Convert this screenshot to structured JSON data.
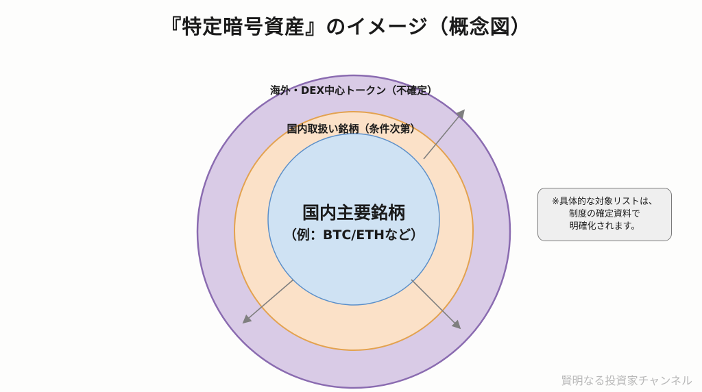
{
  "title": "『特定暗号資産』のイメージ（概念図）",
  "circles": {
    "outer": {
      "label": "海外・DEX中心トークン（不確定）",
      "fill": "#d9cbe6",
      "stroke": "#8a6bb0"
    },
    "middle": {
      "label": "国内取扱い銘柄（条件次第）",
      "fill": "#fbe1c8",
      "stroke": "#e3a24f"
    },
    "inner": {
      "label": "国内主要銘柄",
      "sublabel": "（例：BTC/ETHなど）",
      "fill": "#cfe2f3",
      "stroke": "#5b8fc9"
    }
  },
  "note": {
    "lines": [
      "※具体的な対象リストは、",
      "制度の確定資料で",
      "明確化されます。"
    ]
  },
  "watermark": "賢明なる投資家チャンネル"
}
